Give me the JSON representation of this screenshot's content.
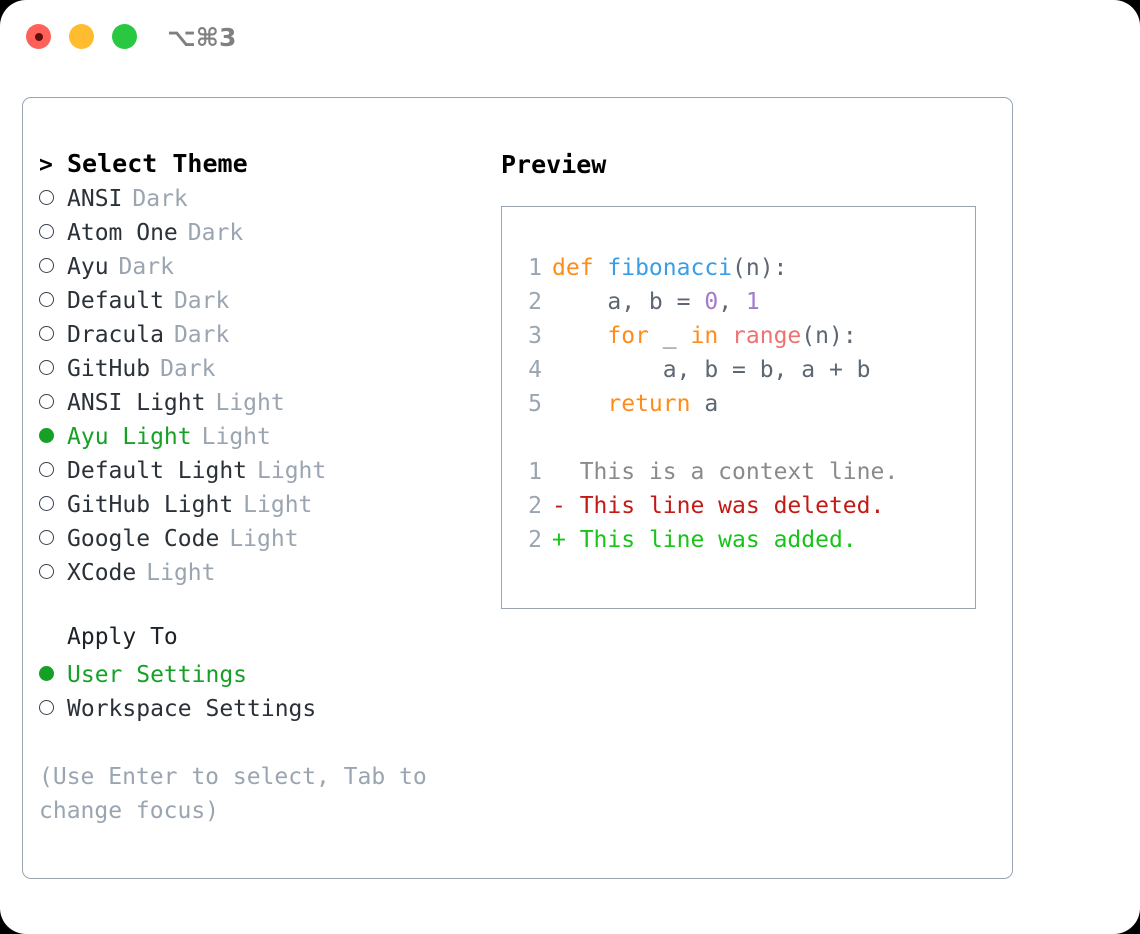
{
  "titlebar": {
    "shortcut": "⌥⌘3",
    "buttons": [
      "close",
      "minimize",
      "zoom"
    ]
  },
  "theme_list": {
    "header": "Select Theme",
    "header_marker": ">",
    "items": [
      {
        "label": "ANSI",
        "tag": "Dark",
        "selected": false
      },
      {
        "label": "Atom One",
        "tag": "Dark",
        "selected": false
      },
      {
        "label": "Ayu",
        "tag": "Dark",
        "selected": false
      },
      {
        "label": "Default",
        "tag": "Dark",
        "selected": false
      },
      {
        "label": "Dracula",
        "tag": "Dark",
        "selected": false
      },
      {
        "label": "GitHub",
        "tag": "Dark",
        "selected": false
      },
      {
        "label": "ANSI Light",
        "tag": "Light",
        "selected": false
      },
      {
        "label": "Ayu Light",
        "tag": "Light",
        "selected": true
      },
      {
        "label": "Default Light",
        "tag": "Light",
        "selected": false
      },
      {
        "label": "GitHub Light",
        "tag": "Light",
        "selected": false
      },
      {
        "label": "Google Code",
        "tag": "Light",
        "selected": false
      },
      {
        "label": "XCode",
        "tag": "Light",
        "selected": false
      }
    ]
  },
  "apply_to": {
    "header": "Apply To",
    "items": [
      {
        "label": "User Settings",
        "selected": true
      },
      {
        "label": "Workspace Settings",
        "selected": false
      }
    ]
  },
  "hint": "(Use Enter to select, Tab to change focus)",
  "preview": {
    "title": "Preview",
    "code_lines": [
      {
        "number": "1",
        "tokens": [
          {
            "text": "def ",
            "kind": "kw"
          },
          {
            "text": "fibonacci",
            "kind": "fn"
          },
          {
            "text": "(n):",
            "kind": "plain"
          }
        ]
      },
      {
        "number": "2",
        "tokens": [
          {
            "text": "    a, b = ",
            "kind": "plain"
          },
          {
            "text": "0",
            "kind": "num"
          },
          {
            "text": ", ",
            "kind": "plain"
          },
          {
            "text": "1",
            "kind": "num"
          }
        ]
      },
      {
        "number": "3",
        "tokens": [
          {
            "text": "    ",
            "kind": "plain"
          },
          {
            "text": "for",
            "kind": "kw"
          },
          {
            "text": " _ ",
            "kind": "plain"
          },
          {
            "text": "in",
            "kind": "kw"
          },
          {
            "text": " ",
            "kind": "plain"
          },
          {
            "text": "range",
            "kind": "call"
          },
          {
            "text": "(n):",
            "kind": "plain"
          }
        ]
      },
      {
        "number": "4",
        "tokens": [
          {
            "text": "        a, b = b, a + b",
            "kind": "plain"
          }
        ]
      },
      {
        "number": "5",
        "tokens": [
          {
            "text": "    ",
            "kind": "plain"
          },
          {
            "text": "return",
            "kind": "kw"
          },
          {
            "text": " a",
            "kind": "plain"
          }
        ]
      }
    ],
    "diff_lines": [
      {
        "number": "1",
        "marker": " ",
        "text": "This is a context line.",
        "kind": "ctx"
      },
      {
        "number": "2",
        "marker": "-",
        "text": "This line was deleted.",
        "kind": "del"
      },
      {
        "number": "2",
        "marker": "+",
        "text": "This line was added.",
        "kind": "add"
      }
    ]
  },
  "colors": {
    "selected_green": "#16a126",
    "muted_gray": "#9aa5b1",
    "keyword_orange": "#ff8c1a",
    "function_blue": "#399ee6",
    "number_purple": "#a37acc",
    "call_red": "#f07171",
    "diff_delete": "#c41a16",
    "diff_add": "#19c319",
    "panel_border": "#9aa5b1"
  }
}
